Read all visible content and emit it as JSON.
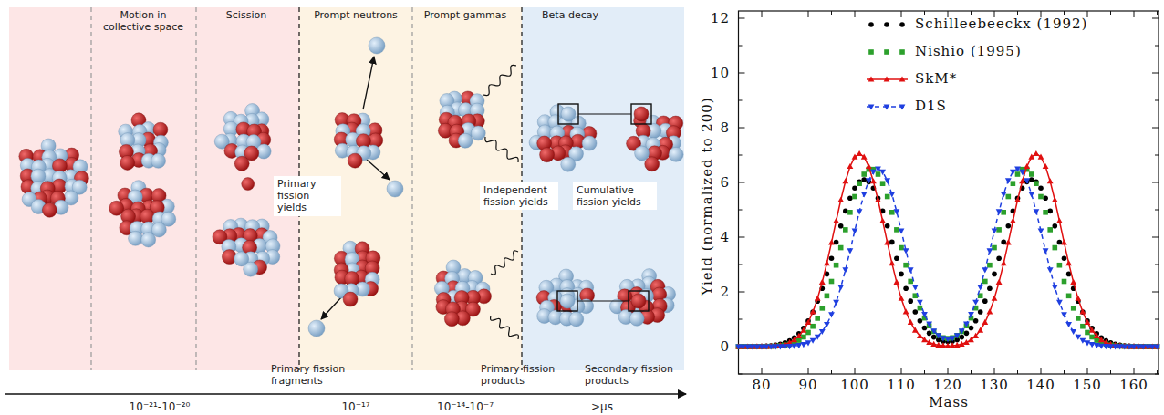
{
  "diagram": {
    "nodes": [
      {
        "text": [
          "Primary fission yields"
        ]
      },
      {
        "text": [
          "Independent fission yields"
        ]
      },
      {
        "text": [
          "Cumulative fission yields"
        ]
      }
    ],
    "labels": [
      "Motion in collective space",
      "Scission",
      "Prompt neutrons",
      "Prompt gammas",
      "Beta decay",
      "Primary fission fragments",
      "Primary fission products",
      "Secondary fission products",
      "10⁻²¹-10⁻²⁰",
      "10⁻¹⁷",
      "10⁻¹⁴-10⁻⁷",
      ">μs",
      "0",
      "2",
      "4",
      "6",
      "8",
      "10",
      "12",
      "80",
      "90",
      "100",
      "110",
      "120",
      "130",
      "140",
      "150",
      "160",
      "Yield (normalized to 200)",
      "Mass"
    ],
    "legend": [
      {
        "text": "Schilleebeeckx (1992)"
      },
      {
        "text": "Nishio (1995)"
      },
      {
        "text": "SkM*"
      },
      {
        "text": "D1S"
      }
    ]
  }
}
